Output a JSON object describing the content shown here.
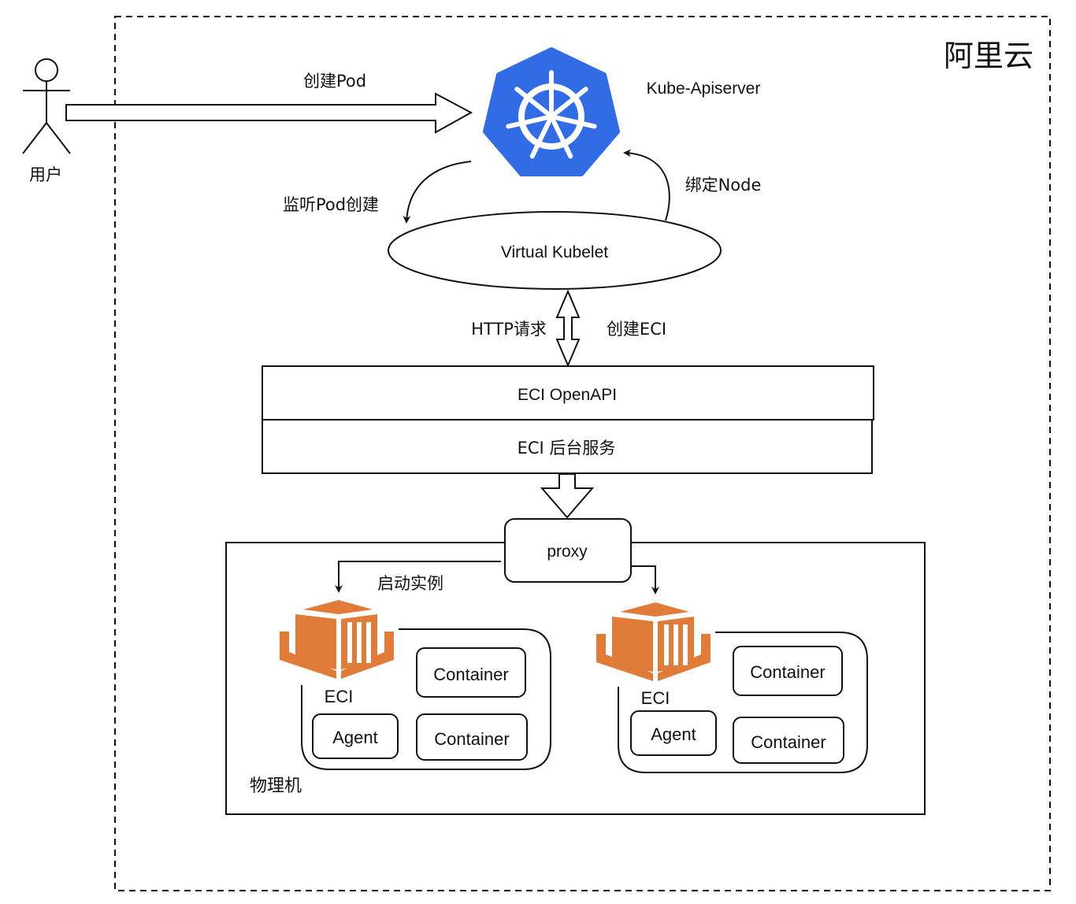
{
  "cloud": {
    "title": "阿里云"
  },
  "user": {
    "label": "用户"
  },
  "edges": {
    "create_pod": "创建Pod",
    "watch_pod": "监听Pod创建",
    "bind_node": "绑定Node",
    "http_request": "HTTP请求",
    "create_eci": "创建ECI",
    "start_instance": "启动实例"
  },
  "apiserver": {
    "label": "Kube-Apiserver",
    "color": "#326CE5"
  },
  "virtual_kubelet": {
    "label": "Virtual Kubelet"
  },
  "eci_openapi": {
    "label": "ECI OpenAPI"
  },
  "eci_backend": {
    "label": "ECI 后台服务"
  },
  "proxy": {
    "label": "proxy"
  },
  "physical_machine": {
    "label": "物理机"
  },
  "eci_color": "#E07B39",
  "eci_instances": [
    {
      "label": "ECI",
      "agent": "Agent",
      "containers": [
        "Container",
        "Container"
      ]
    },
    {
      "label": "ECI",
      "agent": "Agent",
      "containers": [
        "Container",
        "Container"
      ]
    }
  ]
}
